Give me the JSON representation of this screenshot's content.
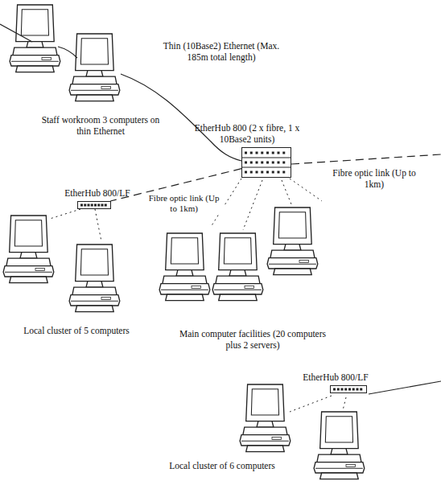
{
  "diagram": {
    "nodes": [
      {
        "text": [
          "EtherHub 800 (2 x fibre, 1 x 10Base2 units)"
        ]
      },
      {
        "text": [
          "EtherHub 800/LF"
        ]
      },
      {
        "text": [
          "EtherHub 800/LF"
        ]
      }
    ],
    "edges": [
      {
        "from": 0,
        "to": 1,
        "arrow": "none",
        "label": "Fibre optic link (Up to 1km)"
      }
    ],
    "labels": [
      "Thin (10Base2) Ethernet (Max. 185m total length)",
      "Staff workroom 3 computers on thin Ethernet",
      "Fibre optic link (Up to 1km)",
      "Local cluster of 5 computers",
      "Main computer facilities (20 computers plus 2 servers)",
      "Local cluster of 6 computers"
    ]
  }
}
